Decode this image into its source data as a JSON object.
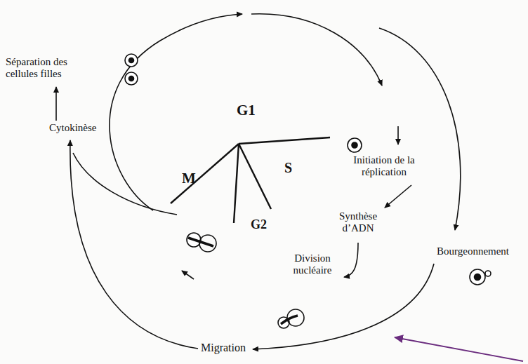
{
  "diagram": {
    "labels": [
      "Séparation des cellules filles",
      "Cytokinèse",
      "G1",
      "M",
      "G2",
      "S",
      "Initiation de la réplication",
      "Synthèse d’ADN",
      "Division nucléaire",
      "Bourgeonnement",
      "Migration"
    ]
  }
}
